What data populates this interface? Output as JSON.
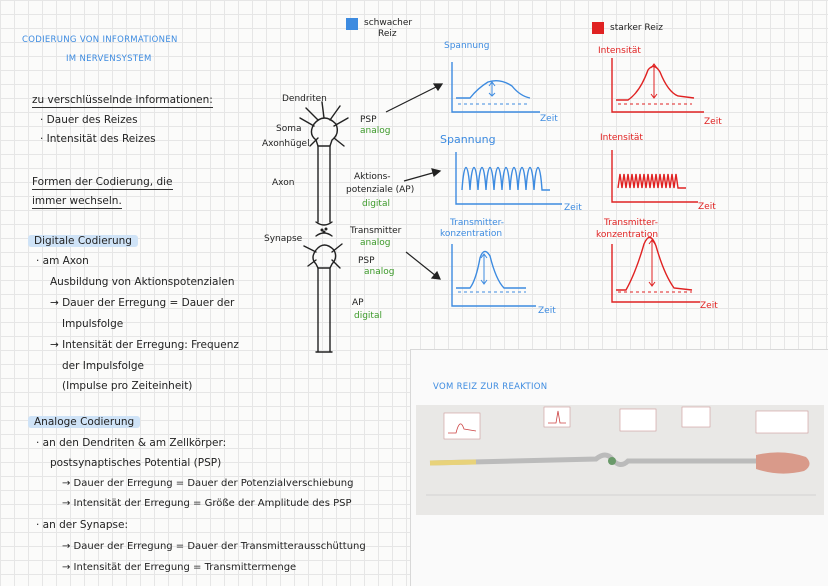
{
  "title_line1": "CODIERUNG VON INFORMATIONEN",
  "title_line2": "IM NERVENSYSTEM",
  "legend": {
    "weak_line1": "schwacher",
    "weak_line2": "Reiz",
    "weak_color": "#3d8be0",
    "strong": "starker Reiz",
    "strong_color": "#e02222"
  },
  "left": {
    "info_heading": "zu verschlüsselnde Informationen:",
    "info_items": [
      "· Dauer des Reizes",
      "· Intensität des Reizes"
    ],
    "forms_line1": "Formen der Codierung, die",
    "forms_line2": "immer wechseln.",
    "digital_heading": "Digitale Codierung",
    "digital_lines": [
      "· am Axon",
      "Ausbildung von Aktionspotenzialen",
      "→ Dauer der Erregung = Dauer der",
      "Impulsfolge",
      "→ Intensität der Erregung: Frequenz",
      "der Impulsfolge",
      "(Impulse pro Zeiteinheit)"
    ],
    "analog_heading": "Analoge Codierung",
    "analog_lines": [
      "· an den Dendriten & am Zellkörper:",
      "postsynaptisches Potential (PSP)",
      "→ Dauer der Erregung = Dauer der Potenzialverschiebung",
      "→ Intensität der Erregung = Größe der Amplitude des PSP",
      "· an der Synapse:",
      "→ Dauer der Erregung = Dauer der Transmitterausschüttung",
      "→ Intensität der Erregung = Transmittermenge"
    ]
  },
  "neuron": {
    "dendriten": "Dendriten",
    "soma": "Soma",
    "axonhuegel": "Axonhügel",
    "axon": "Axon",
    "synapse": "Synapse"
  },
  "middle": {
    "psp": "PSP",
    "analog": "analog",
    "ap_line1": "Aktions-",
    "ap_line2": "potenziale (AP)",
    "digital": "digital",
    "transmitter": "Transmitter",
    "psp2": "PSP",
    "ap": "AP"
  },
  "graphs_weak": {
    "spannung": "Spannung",
    "transmitter_line1": "Transmitter-",
    "transmitter_line2": "konzentration",
    "zeit": "Zeit"
  },
  "graphs_strong": {
    "intensitaet": "Intensität",
    "transmitter_line1": "Transmitter-",
    "transmitter_line2": "konzentration",
    "zeit": "Zeit"
  },
  "photo_title": "VOM REIZ ZUR REAKTION"
}
